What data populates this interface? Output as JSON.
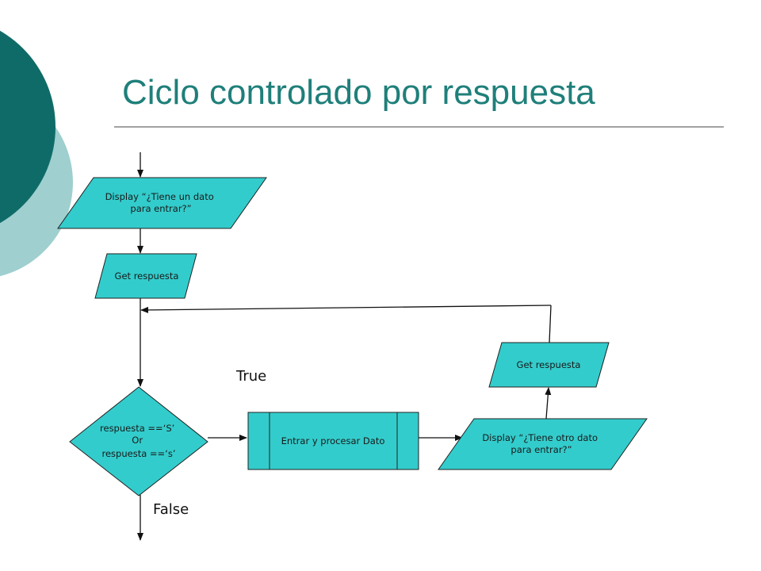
{
  "title": "Ciclo controlado por respuesta",
  "colors": {
    "accent_dark": "#0f6b67",
    "accent_light": "#9fcfcf",
    "shape_fill": "#33cccc",
    "title": "#1f7f7a"
  },
  "nodes": {
    "display_first": {
      "line1": "Display “¿Tiene un dato",
      "line2": "para entrar?”"
    },
    "get_first": {
      "text": "Get respuesta"
    },
    "decision": {
      "line1": "respuesta ==‘S’",
      "line2": "Or",
      "line3": "respuesta ==‘s’"
    },
    "process": {
      "text": "Entrar y procesar Dato"
    },
    "display_next": {
      "line1": "Display “¿Tiene otro dato",
      "line2": "para entrar?”"
    },
    "get_next": {
      "text": "Get respuesta"
    }
  },
  "labels": {
    "true": "True",
    "false": "False"
  }
}
